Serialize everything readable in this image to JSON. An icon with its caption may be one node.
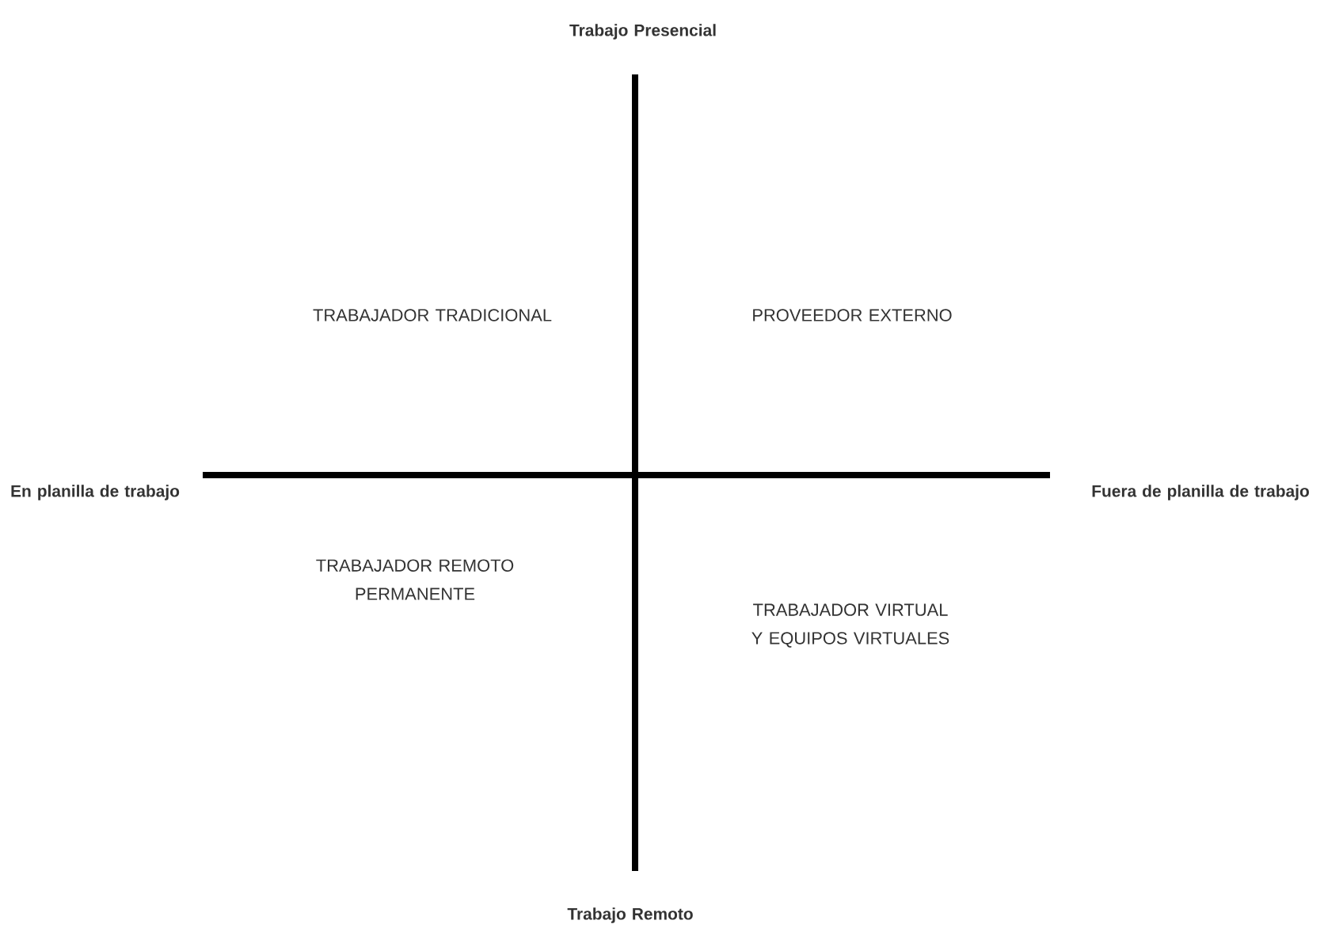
{
  "diagram": {
    "labels": [
      "Trabajo Presencial",
      "TRABAJADOR TRADICIONAL",
      "PROVEEDOR EXTERNO",
      "En planilla de trabajo",
      "Fuera de planilla de trabajo",
      "TRABAJADOR REMOTO PERMANENTE",
      "TRABAJADOR VIRTUAL Y EQUIPOS VIRTUALES",
      "Trabajo Remoto"
    ]
  }
}
